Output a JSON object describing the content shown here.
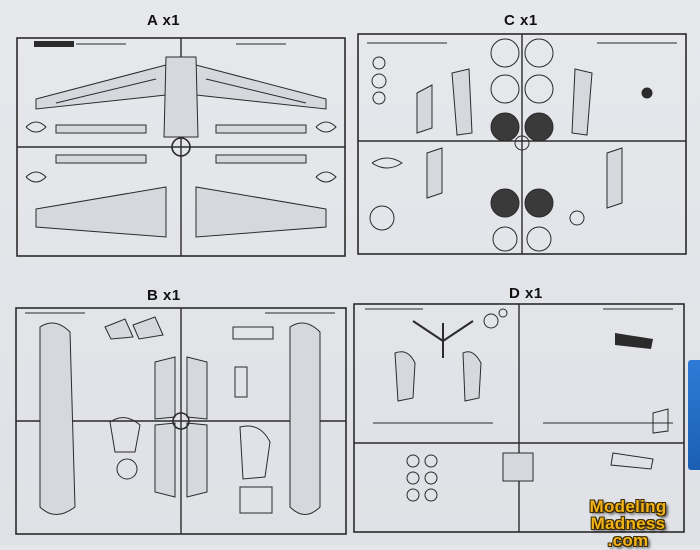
{
  "sprues": [
    {
      "id": "A",
      "label": "A x1"
    },
    {
      "id": "C",
      "label": "C x1"
    },
    {
      "id": "B",
      "label": "B x1"
    },
    {
      "id": "D",
      "label": "D x1"
    }
  ],
  "watermark": {
    "line1": "Modeling",
    "line2": "Madness",
    "line3": ".com"
  },
  "colors": {
    "background": "#e4e6ea",
    "line": "#2b2b2b",
    "accent_strip": "#2d7bd6",
    "watermark": "#f3b31a"
  }
}
